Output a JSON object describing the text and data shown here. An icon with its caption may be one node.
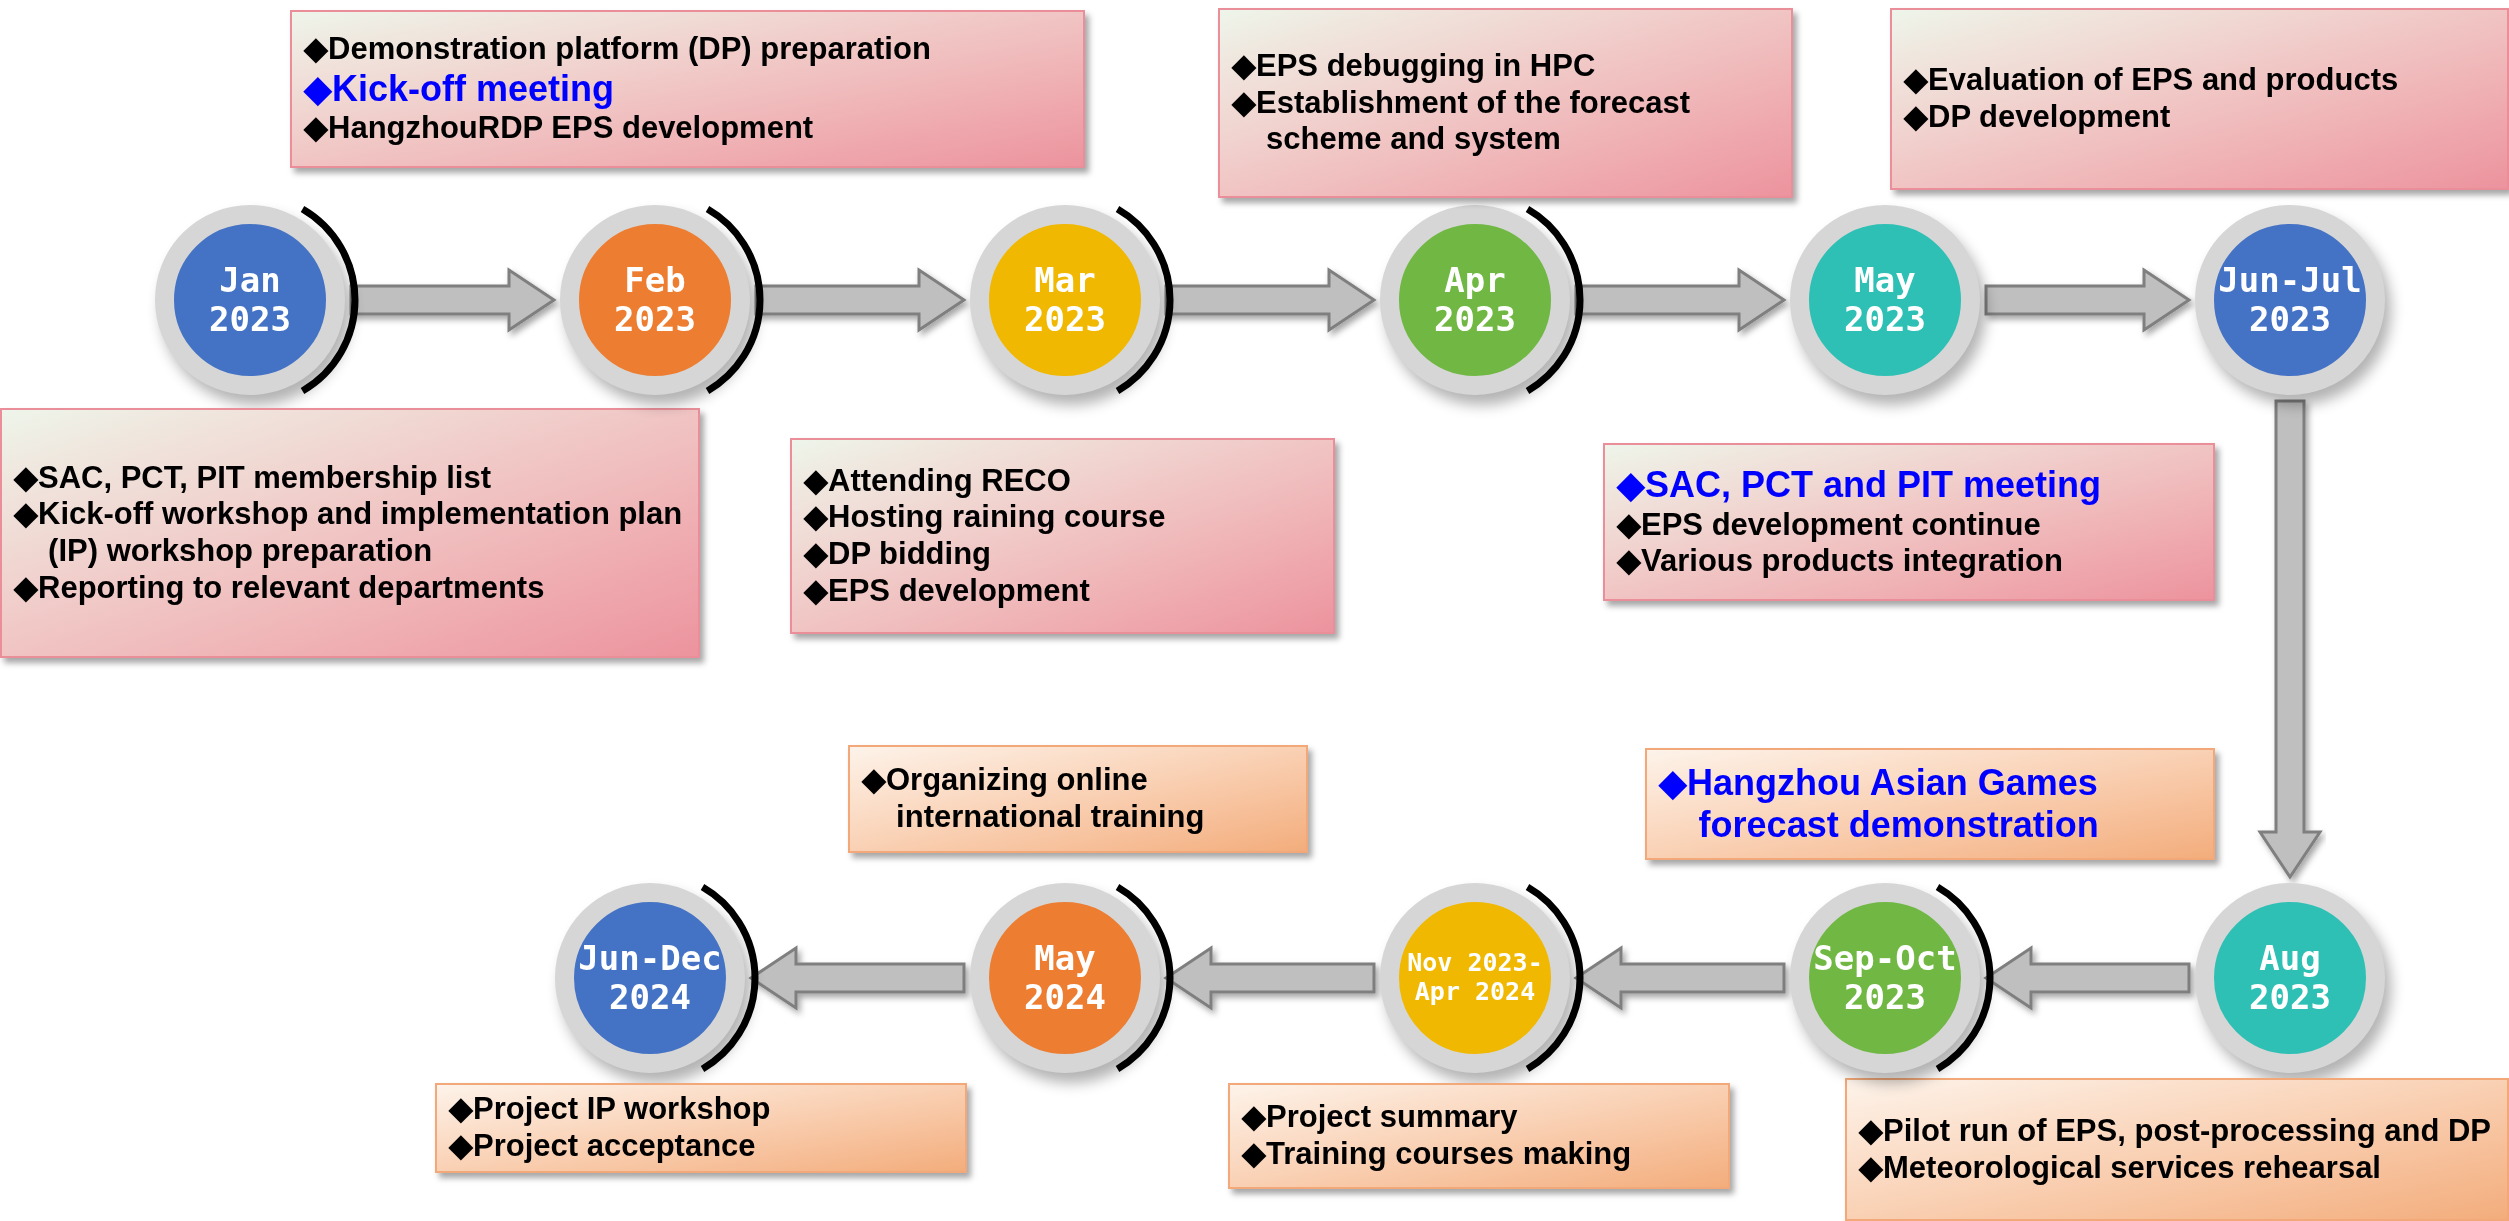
{
  "diagram": {
    "nodes": [
      {
        "text": [
          "Jan 2023"
        ]
      },
      {
        "text": [
          "◆SAC, PCT, PIT membership list",
          "◆Kick-off workshop and implementation plan (IP) workshop preparation",
          "◆Reporting to relevant departments"
        ]
      },
      {
        "text": [
          "Feb 2023"
        ]
      },
      {
        "text": [
          "◆Demonstration platform (DP) preparation",
          "◆Kick-off meeting",
          "◆HangzhouRDP EPS development"
        ]
      },
      {
        "text": [
          "Mar 2023"
        ]
      },
      {
        "text": [
          "◆Attending RECO",
          "◆Hosting raining course",
          "◆DP bidding",
          "◆EPS development"
        ]
      },
      {
        "text": [
          "Apr 2023"
        ]
      },
      {
        "text": [
          "◆EPS debugging in HPC",
          "◆Establishment of the forecast scheme and system"
        ]
      },
      {
        "text": [
          "May 2023"
        ]
      },
      {
        "text": [
          "◆SAC, PCT and PIT meeting",
          "◆EPS development continue",
          "◆Various products integration"
        ]
      },
      {
        "text": [
          "Jun-Jul 2023"
        ]
      },
      {
        "text": [
          "◆Evaluation of EPS and products",
          "◆DP development"
        ]
      },
      {
        "text": [
          "Aug 2023"
        ]
      },
      {
        "text": [
          "◆Pilot run of EPS, post-processing and DP",
          "◆Meteorological services rehearsal"
        ]
      },
      {
        "text": [
          "Sep-Oct 2023"
        ]
      },
      {
        "text": [
          "◆Hangzhou Asian Games forecast demonstration"
        ]
      },
      {
        "text": [
          "Nov 2023-Apr 2024"
        ]
      },
      {
        "text": [
          "◆Project summary",
          "◆Training courses making"
        ]
      },
      {
        "text": [
          "May 2024"
        ]
      },
      {
        "text": [
          "◆Organizing online international training"
        ]
      },
      {
        "text": [
          "Jun-Dec 2024"
        ]
      },
      {
        "text": [
          "◆Project IP workshop",
          "◆Project acceptance"
        ]
      }
    ],
    "edges": [
      {
        "from": 0,
        "to": 2,
        "arrow": "to"
      },
      {
        "from": 2,
        "to": 4,
        "arrow": "to"
      },
      {
        "from": 4,
        "to": 6,
        "arrow": "to"
      },
      {
        "from": 6,
        "to": 8,
        "arrow": "to"
      },
      {
        "from": 8,
        "to": 10,
        "arrow": "to"
      },
      {
        "from": 10,
        "to": 12,
        "arrow": "to"
      },
      {
        "from": 12,
        "to": 14,
        "arrow": "to"
      },
      {
        "from": 14,
        "to": 16,
        "arrow": "to"
      },
      {
        "from": 16,
        "to": 18,
        "arrow": "to"
      },
      {
        "from": 18,
        "to": 20,
        "arrow": "to"
      }
    ]
  }
}
